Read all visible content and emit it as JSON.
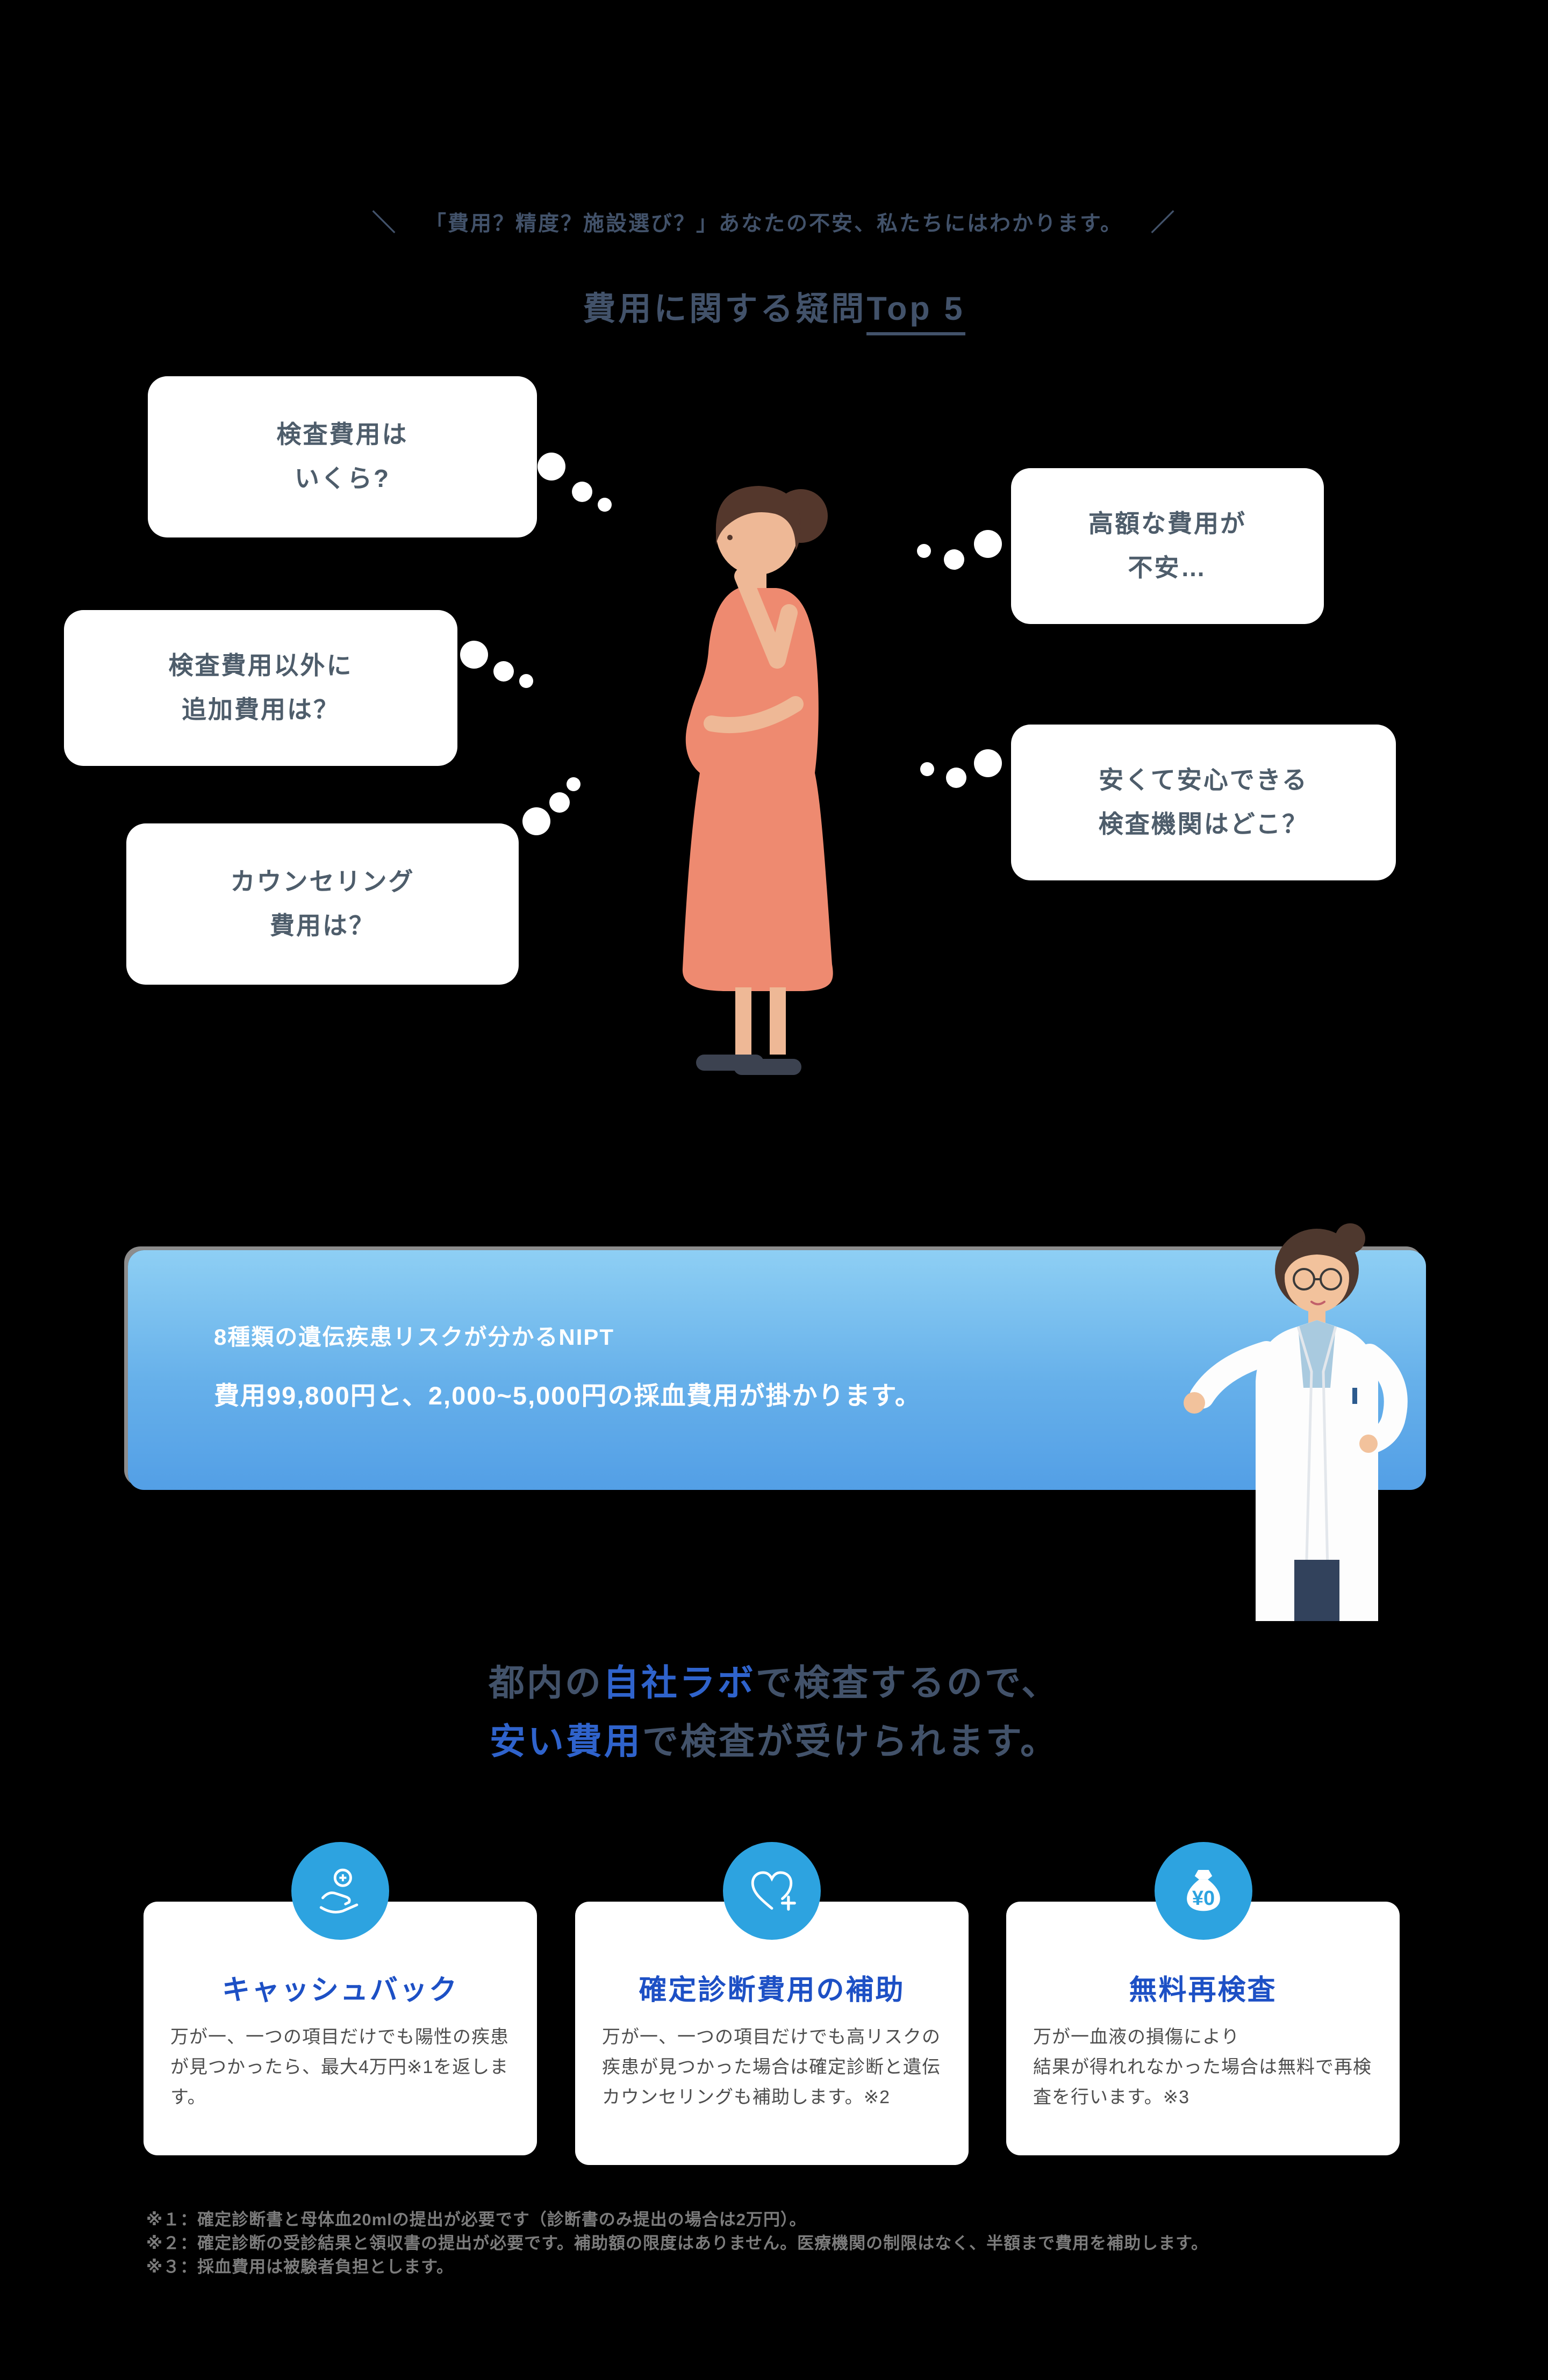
{
  "colors": {
    "background": "#000000",
    "heading_dark": "#42526A",
    "highlight_blue": "#2F63CC",
    "card_title_blue": "#1D50C5",
    "icon_circle_blue": "#2DA3E0",
    "panel_gradient_top": "#8ECFF4",
    "panel_gradient_bottom": "#539FE6",
    "bubble_text": "#4E5D6B",
    "dress_coral": "#EE8A70"
  },
  "intro": {
    "slash_left": "＼",
    "catch": "「費用？精度？施設選び？」あなたの不安、私たちにはわかります。",
    "slash_right": "／",
    "title_main": "費用に関する疑問",
    "title_underline": "Top 5"
  },
  "bubbles": {
    "left": [
      {
        "lines": [
          "検査費用は",
          "いくら?"
        ]
      },
      {
        "lines": [
          "検査費用以外に",
          "追加費用は？"
        ]
      },
      {
        "lines": [
          "カウンセリング",
          "費用は？"
        ]
      }
    ],
    "right": [
      {
        "lines": [
          "高額な費用が",
          "不安…"
        ]
      },
      {
        "lines": [
          "安くて安心できる",
          "検査機関はどこ？"
        ]
      }
    ]
  },
  "illustrations": {
    "woman": "pregnant-woman-illustration",
    "doctor": "doctor-illustration"
  },
  "answer_box": {
    "line1": "8種類の遺伝疾患リスクが分かるNIPT",
    "line2": "費用99,800円と、2,000~5,000円の採血費用が掛かります。"
  },
  "lab_heading": {
    "line1_pre": "都内の",
    "line1_highlight": "自社ラボ",
    "line1_post": "で検査するので、",
    "line2_highlight": "安い費用",
    "line2_post": "で検査が受けられます。"
  },
  "benefit_cards": [
    {
      "icon": "hand-coin-icon",
      "title": "キャッシュバック",
      "body": "万が一、一つの項目だけでも陽性の疾患が見つかったら、最大4万円※1を返します。"
    },
    {
      "icon": "heart-plus-icon",
      "title": "確定診断費用の補助",
      "body": "万が一、一つの項目だけでも高リスクの疾患が見つかった場合は確定診断と遺伝カウンセリングも補助します。※2"
    },
    {
      "icon": "money-bag-icon",
      "icon_label": "¥0",
      "title": "無料再検査",
      "body": "万が一血液の損傷により\n結果が得れれなかった場合は無料で再検査を行います。※3"
    }
  ],
  "footnotes": [
    "※１：確定診断書と母体血20mlの提出が必要です（診断書のみ提出の場合は2万円）。",
    "※２：確定診断の受診結果と領収書の提出が必要です。補助額の限度はありません。医療機関の制限はなく、半額まで費用を補助します。",
    "※３：採血費用は被験者負担とします。"
  ]
}
